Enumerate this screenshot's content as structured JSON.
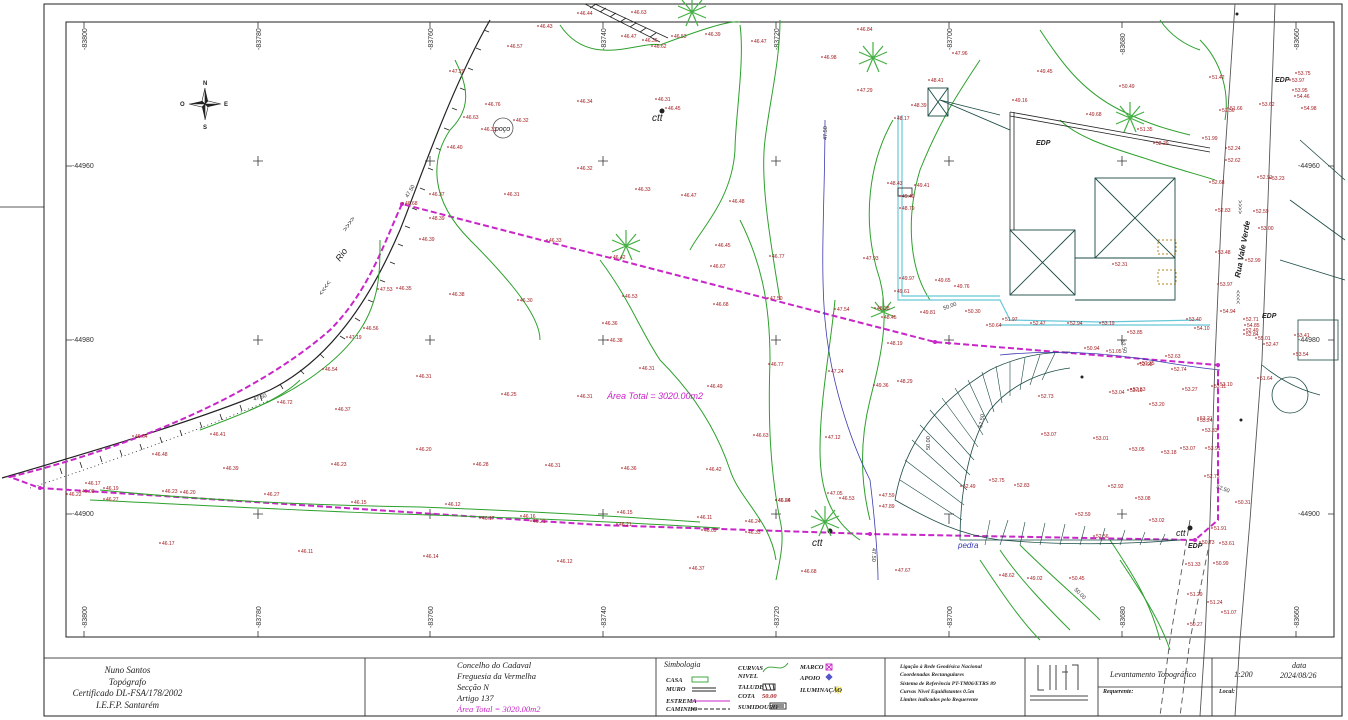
{
  "map": {
    "coords_x": [
      "-83800",
      "-83780",
      "-83760",
      "-83740",
      "-83720",
      "-83700",
      "-83680",
      "-83660"
    ],
    "coords_y": [
      "-44960",
      "-44980",
      "-44900"
    ],
    "north": "N",
    "south": "S",
    "east": "E",
    "west": "O",
    "area_label": "Área Total = 3020.00m2",
    "labels": {
      "river": "Rio",
      "river_arrows": ">>>>",
      "river_arrows_back": "<<<<",
      "street": "Rua Vale Verde",
      "street_arrows": ">>>>",
      "street_arrows_back": "<<<<",
      "well": "poço",
      "stone": "pedra",
      "ctt1": "ctt",
      "ctt2": "ctt",
      "ctt3": "ctt",
      "edp1": "EDP",
      "edp2": "EDP",
      "edp3": "EDP",
      "edp4": "EDP",
      "contour_4750": "47.50",
      "contour_4750b": "47.50",
      "contour_4750c": "47.50",
      "contour_4750d": "47.50",
      "contour_5000": "50.00",
      "contour_5000b": "50.00",
      "contour_5000c": "50.00",
      "contour_5250": "52.50",
      "contour_5250b": "52.50",
      "contour_5250c": "52.50"
    },
    "colors": {
      "contour": "#2ca02c",
      "boundary": "#c826c8",
      "spot": "#a0181c",
      "building": "#1a4a44",
      "water": "#68c8d8",
      "road": "#555555",
      "blue": "#3b3bb0"
    },
    "elevations": [
      {
        "t": "46.57"
      },
      {
        "t": "46.43"
      },
      {
        "t": "46.44"
      },
      {
        "t": "46.63"
      },
      {
        "t": "46.47"
      },
      {
        "t": "46.36"
      },
      {
        "t": "46.62"
      },
      {
        "t": "46.53"
      },
      {
        "t": "46.39"
      },
      {
        "t": "46.84"
      },
      {
        "t": "46.98"
      },
      {
        "t": "47.96"
      },
      {
        "t": "46.47"
      },
      {
        "t": "47.29"
      },
      {
        "t": "47.29"
      },
      {
        "t": "46.76"
      },
      {
        "t": "46.34"
      },
      {
        "t": "46.31"
      },
      {
        "t": "46.45"
      },
      {
        "t": "46.63"
      },
      {
        "t": "46.32"
      },
      {
        "t": "46.33"
      },
      {
        "t": "46.40"
      },
      {
        "t": "46.32"
      },
      {
        "t": "46.33"
      },
      {
        "t": "46.47"
      },
      {
        "t": "46.48"
      },
      {
        "t": "46.31"
      },
      {
        "t": "46.37"
      },
      {
        "t": "46.68"
      },
      {
        "t": "46.39"
      },
      {
        "t": "46.33"
      },
      {
        "t": "46.42"
      },
      {
        "t": "46.45"
      },
      {
        "t": "46.77"
      },
      {
        "t": "46.67"
      },
      {
        "t": "47.93"
      },
      {
        "t": "46.35"
      },
      {
        "t": "47.53"
      },
      {
        "t": "46.38"
      },
      {
        "t": "46.30"
      },
      {
        "t": "46.53"
      },
      {
        "t": "46.68"
      },
      {
        "t": "47.50"
      },
      {
        "t": "46.36"
      },
      {
        "t": "46.56"
      },
      {
        "t": "47.19"
      },
      {
        "t": "46.54"
      },
      {
        "t": "46.31"
      },
      {
        "t": "46.38"
      },
      {
        "t": "46.31"
      },
      {
        "t": "46.49"
      },
      {
        "t": "46.77"
      },
      {
        "t": "47.54"
      },
      {
        "t": "46.72"
      },
      {
        "t": "46.37"
      },
      {
        "t": "46.25"
      },
      {
        "t": "46.31"
      },
      {
        "t": "46.63"
      },
      {
        "t": "47.12"
      },
      {
        "t": "47.24"
      },
      {
        "t": "46.64"
      },
      {
        "t": "46.41"
      },
      {
        "t": "46.48"
      },
      {
        "t": "46.39"
      },
      {
        "t": "46.23"
      },
      {
        "t": "46.28"
      },
      {
        "t": "46.31"
      },
      {
        "t": "46.36"
      },
      {
        "t": "46.42"
      },
      {
        "t": "46.20"
      },
      {
        "t": "46.24"
      },
      {
        "t": "46.53"
      },
      {
        "t": "46.27"
      },
      {
        "t": "46.23"
      },
      {
        "t": "46.20"
      },
      {
        "t": "46.27"
      },
      {
        "t": "46.08"
      },
      {
        "t": "46.19"
      },
      {
        "t": "46.22"
      },
      {
        "t": "46.15"
      },
      {
        "t": "46.12"
      },
      {
        "t": "46.17"
      },
      {
        "t": "46.16"
      },
      {
        "t": "46.21"
      },
      {
        "t": "46.15"
      },
      {
        "t": "46.21"
      },
      {
        "t": "46.11"
      },
      {
        "t": "46.24"
      },
      {
        "t": "46.09"
      },
      {
        "t": "46.33"
      },
      {
        "t": "46.66"
      },
      {
        "t": "47.05"
      },
      {
        "t": "47.59"
      },
      {
        "t": "47.89"
      },
      {
        "t": "46.17"
      },
      {
        "t": "46.17"
      },
      {
        "t": "46.11"
      },
      {
        "t": "46.14"
      },
      {
        "t": "46.12"
      },
      {
        "t": "46.37"
      },
      {
        "t": "46.68"
      },
      {
        "t": "47.67"
      },
      {
        "t": "48.41"
      },
      {
        "t": "49.45"
      },
      {
        "t": "49.16"
      },
      {
        "t": "48.39"
      },
      {
        "t": "48.17"
      },
      {
        "t": "49.68"
      },
      {
        "t": "50.49"
      },
      {
        "t": "51.35"
      },
      {
        "t": "52.29"
      },
      {
        "t": "49.41"
      },
      {
        "t": "49.40"
      },
      {
        "t": "48.43"
      },
      {
        "t": "48.79"
      },
      {
        "t": "49.97"
      },
      {
        "t": "49.65"
      },
      {
        "t": "49.76"
      },
      {
        "t": "49.61"
      },
      {
        "t": "48.38"
      },
      {
        "t": "49.81"
      },
      {
        "t": "50.30"
      },
      {
        "t": "50.64"
      },
      {
        "t": "51.97"
      },
      {
        "t": "52.47"
      },
      {
        "t": "52.94"
      },
      {
        "t": "53.19"
      },
      {
        "t": "53.85"
      },
      {
        "t": "53.40"
      },
      {
        "t": "54.10"
      },
      {
        "t": "52.31"
      },
      {
        "t": "51.35"
      },
      {
        "t": "51.05"
      },
      {
        "t": "50.94"
      },
      {
        "t": "52.63"
      },
      {
        "t": "52.74"
      },
      {
        "t": "52.95"
      },
      {
        "t": "52.53"
      },
      {
        "t": "53.10"
      },
      {
        "t": "53.16"
      },
      {
        "t": "53.27"
      },
      {
        "t": "53.20"
      },
      {
        "t": "53.04"
      },
      {
        "t": "52.73"
      },
      {
        "t": "53.07"
      },
      {
        "t": "53.01"
      },
      {
        "t": "53.05"
      },
      {
        "t": "53.18"
      },
      {
        "t": "53.08"
      },
      {
        "t": "52.75"
      },
      {
        "t": "52.83"
      },
      {
        "t": "52.92"
      },
      {
        "t": "52.49"
      },
      {
        "t": "52.59"
      },
      {
        "t": "52.56"
      },
      {
        "t": "53.61"
      },
      {
        "t": "53.02"
      },
      {
        "t": "52.75"
      },
      {
        "t": "53.91"
      },
      {
        "t": "53.33"
      },
      {
        "t": "53.24"
      },
      {
        "t": "53.07"
      },
      {
        "t": "53.21"
      },
      {
        "t": "53.11"
      },
      {
        "t": "51.42"
      },
      {
        "t": "51.56"
      },
      {
        "t": "51.66"
      },
      {
        "t": "51.99"
      },
      {
        "t": "52.24"
      },
      {
        "t": "52.62"
      },
      {
        "t": "52.68"
      },
      {
        "t": "52.83"
      },
      {
        "t": "53.48"
      },
      {
        "t": "53.97"
      },
      {
        "t": "54.94"
      },
      {
        "t": "55.01"
      },
      {
        "t": "54.85"
      },
      {
        "t": "53.97"
      },
      {
        "t": "54.46"
      },
      {
        "t": "54.98"
      },
      {
        "t": "53.75"
      },
      {
        "t": "53.95"
      },
      {
        "t": "53.62"
      },
      {
        "t": "52.91"
      },
      {
        "t": "53.23"
      },
      {
        "t": "52.99"
      },
      {
        "t": "52.59"
      },
      {
        "t": "53.00"
      },
      {
        "t": "52.84"
      },
      {
        "t": "52.71"
      },
      {
        "t": "53.41"
      },
      {
        "t": "53.54"
      },
      {
        "t": "52.49"
      },
      {
        "t": "52.47"
      },
      {
        "t": "51.64"
      },
      {
        "t": "51.33"
      },
      {
        "t": "51.29"
      },
      {
        "t": "51.24"
      },
      {
        "t": "51.07"
      },
      {
        "t": "50.27"
      },
      {
        "t": "50.99"
      },
      {
        "t": "51.91"
      },
      {
        "t": "50.73"
      },
      {
        "t": "50.31"
      },
      {
        "t": "50.45"
      },
      {
        "t": "49.02"
      },
      {
        "t": "48.62"
      },
      {
        "t": "48.29"
      },
      {
        "t": "49.36"
      },
      {
        "t": "48.19"
      },
      {
        "t": "48.45"
      },
      {
        "t": "48.39"
      }
    ]
  },
  "title_block": {
    "author_name": "Nuno Santos",
    "author_role": "Topógrafo",
    "certificate": "Certificado DL-FSA/178/2002",
    "institution": "I.E.F.P. Santarém",
    "council": "Concelho do Cadaval",
    "parish": "Freguesia da Vermelha",
    "section": "Secção N",
    "article": "Artigo 137",
    "total_area": "Área Total = 3020.00m2",
    "symbology_title": "Simbologia",
    "symbols": {
      "casa": "CASA",
      "muro": "MURO",
      "estrema": "ESTREMA",
      "caminho": "CAMINHO",
      "curvas": "CURVAS",
      "nivel": "NIVEL",
      "talude": "TALUDE",
      "cota": "COTA",
      "cota_val": "50.00",
      "sumidouro": "SUMIDOURO",
      "marco": "MARCO",
      "apoio": "APOIO",
      "iluminacao": "ILUMINAÇÃO"
    },
    "reference_lines": [
      "Ligação à Rede Geodésica Nacional",
      "Coordenadas Rectangulares",
      "Sistema de Referência PT-TM06/ETRS 89",
      "Curvas Nível Equidistantes 0.5m",
      "Limites indicados pelo Requerente"
    ],
    "survey_type": "Levantamento Topográfico",
    "scale": "1:200",
    "date_label": "data",
    "date_value": "2024/08/26",
    "requester_label": "Requerente:",
    "location_label": "Local:"
  }
}
